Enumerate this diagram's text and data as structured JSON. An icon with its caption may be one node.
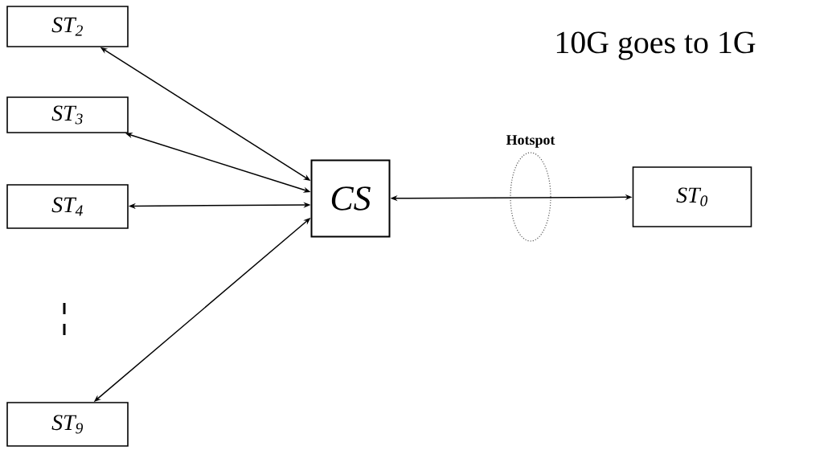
{
  "diagram": {
    "nodes": [
      {
        "text": [
          "ST$_{2}$"
        ]
      },
      {
        "text": [
          "ST$_{3}$"
        ]
      },
      {
        "text": [
          "ST$_{4}$"
        ]
      },
      {
        "text": [
          "ST$_{9}$"
        ]
      },
      {
        "text": [
          "CS"
        ]
      },
      {
        "text": [
          "ST$_{0}$"
        ]
      }
    ],
    "edges": [
      {
        "from": 4,
        "to": 0,
        "arrow": "both"
      },
      {
        "from": 4,
        "to": 1,
        "arrow": "both"
      },
      {
        "from": 4,
        "to": 2,
        "arrow": "both"
      },
      {
        "from": 4,
        "to": 3,
        "arrow": "both"
      },
      {
        "from": 4,
        "to": 5,
        "arrow": "both"
      }
    ],
    "labels": [
      "10G goes to 1G",
      "Hotspot"
    ]
  }
}
